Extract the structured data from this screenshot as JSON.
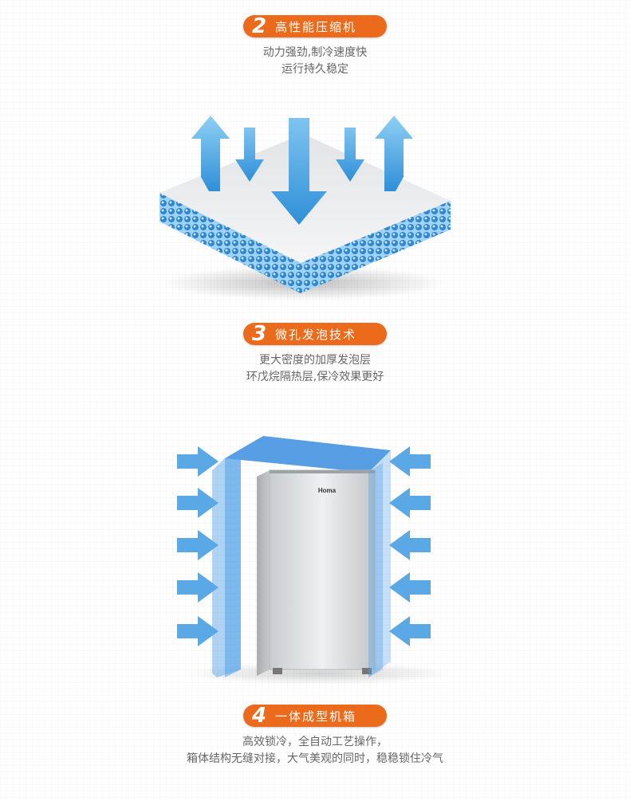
{
  "sections": [
    {
      "number": "2",
      "title": "高性能压缩机",
      "lines": [
        "动力强劲,制冷速度快",
        "运行持久稳定"
      ]
    },
    {
      "number": "3",
      "title": "微孔发泡技术",
      "lines": [
        "更大密度的加厚发泡层",
        "环戊烷隔热层,保冷效果更好"
      ]
    },
    {
      "number": "4",
      "title": "一体成型机箱",
      "lines": [
        "高效锁冷，全自动工艺操作，",
        "箱体结构无缝对接，大气美观的同时，稳稳锁住冷气"
      ]
    }
  ],
  "fridge_brand": "Homa",
  "colors": {
    "badge": "#ec6a1b",
    "arrow_blue": "#5aa9e6",
    "text_gray": "#666666"
  }
}
